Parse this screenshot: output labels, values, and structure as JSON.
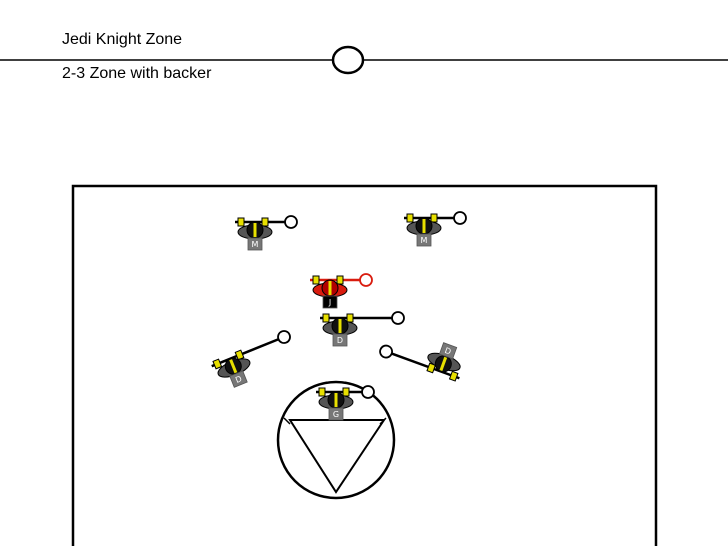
{
  "slide": {
    "title": "Jedi Knight Zone",
    "subtitle": "2-3 Zone with backer"
  },
  "players": [
    {
      "name": "player-m-left",
      "letter": "M",
      "color": "#000000",
      "label_color": "#ffffff"
    },
    {
      "name": "player-m-right",
      "letter": "M",
      "color": "#000000",
      "label_color": "#ffffff"
    },
    {
      "name": "player-j-red",
      "letter": "J",
      "color": "#d91c0f",
      "label_color": "#ffffff"
    },
    {
      "name": "player-d-center",
      "letter": "D",
      "color": "#000000",
      "label_color": "#ffffff"
    },
    {
      "name": "player-d-left",
      "letter": "D",
      "color": "#000000",
      "label_color": "#ffffff"
    },
    {
      "name": "player-d-right",
      "letter": "D",
      "color": "#000000",
      "label_color": "#ffffff"
    },
    {
      "name": "player-g-goalie",
      "letter": "G",
      "color": "#000000",
      "label_color": "#ffffff"
    }
  ]
}
